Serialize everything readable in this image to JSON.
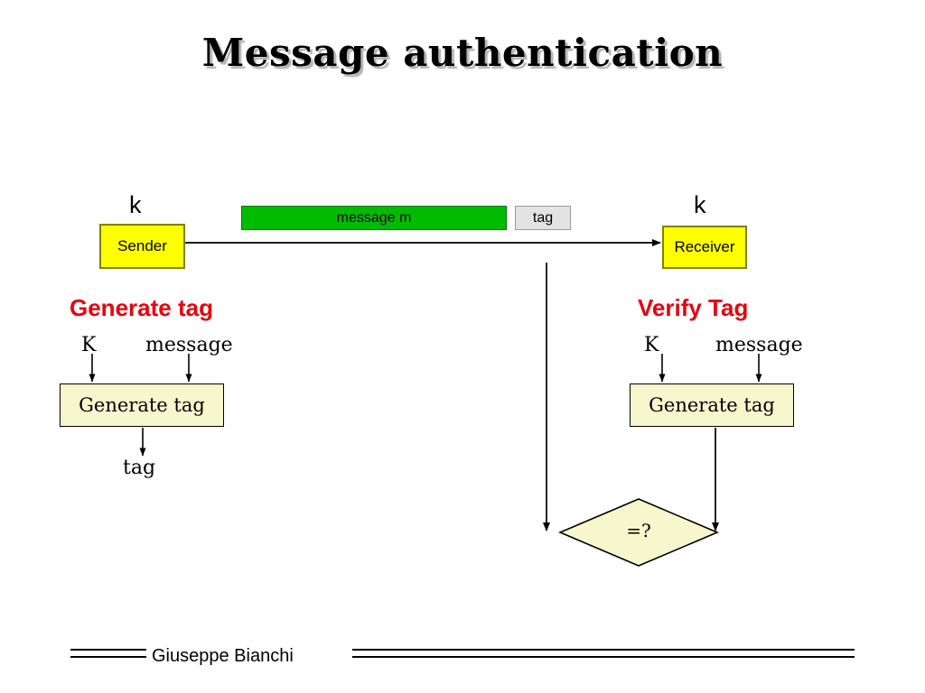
{
  "slide": {
    "title": "Message authentication",
    "background_color": "#ffffff"
  },
  "transport": {
    "sender_key_label": "k",
    "sender_box_label": "Sender",
    "message_bar_label": "message  m",
    "tag_box_label": "tag",
    "receiver_key_label": "k",
    "receiver_box_label": "Receiver",
    "message_bar_color": "#00bb00",
    "tag_box_color": "#e3e3e3",
    "party_box_color": "#ffff00"
  },
  "generate_side": {
    "heading": "Generate tag",
    "heading_color": "#e8000d",
    "input_key_label": "K",
    "input_message_label": "message",
    "process_box_label": "Generate tag",
    "output_label": "tag"
  },
  "verify_side": {
    "heading": "Verify Tag",
    "heading_color": "#e8000d",
    "input_key_label": "K",
    "input_message_label": "message",
    "process_box_label": "Generate tag",
    "compare_label": "=?"
  },
  "footer": {
    "author": "Giuseppe Bianchi"
  }
}
